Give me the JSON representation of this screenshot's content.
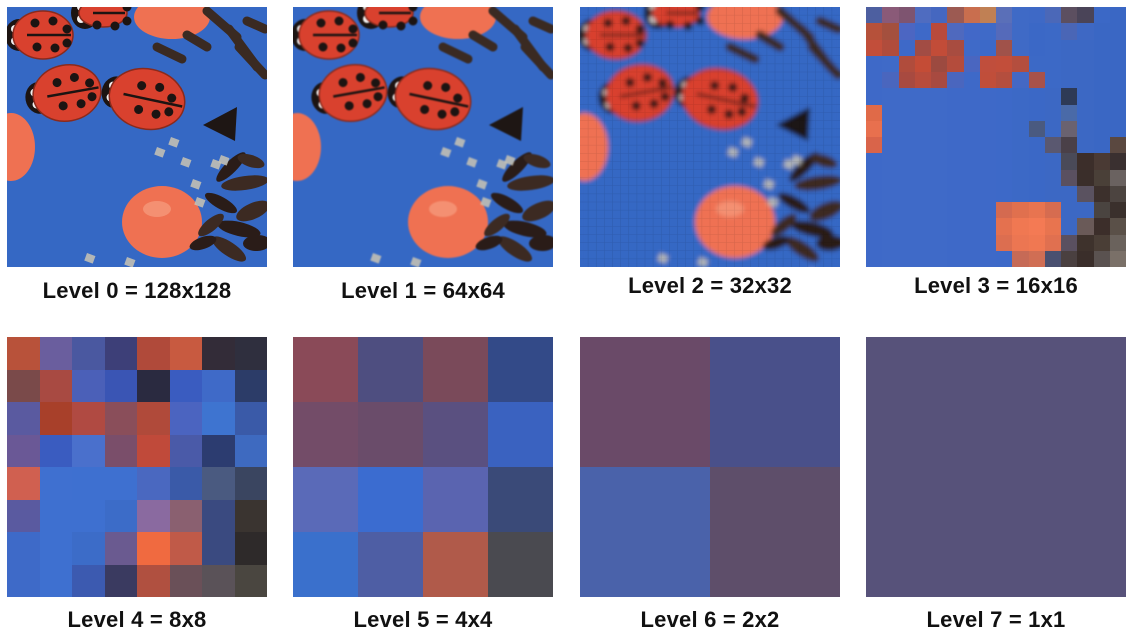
{
  "levels": [
    {
      "label": "Level 0 = 128x128",
      "resolution": 128,
      "blur": 0
    },
    {
      "label": "Level 1 = 64x64",
      "resolution": 64,
      "blur": 0.7
    },
    {
      "label": "Level 2 = 32x32",
      "resolution": 32
    },
    {
      "label": "Level 3 = 16x16",
      "resolution": 16
    },
    {
      "label": "Level 4 = 8x8",
      "resolution": 8
    },
    {
      "label": "Level 5 = 4x4",
      "resolution": 4
    },
    {
      "label": "Level 6 = 2x2",
      "resolution": 2
    },
    {
      "label": "Level 7 = 1x1",
      "resolution": 1
    }
  ],
  "colors": {
    "table_blue": "#3568c4",
    "ladybug_red": "#d9412e",
    "candy_orange": "#ef7152",
    "chocolate": "#3a2a22",
    "label_text": "#111111"
  },
  "mosaics": {
    "level3": [
      [
        "#4d5fa0",
        "#8a5a78",
        "#7e5470",
        "#4f6cc0",
        "#4567c0",
        "#9c5a52",
        "#c96e4e",
        "#c08054",
        "#5a6fb8",
        "#3f6ac6",
        "#3e69c6",
        "#4b68b8",
        "#5c4f60",
        "#4a4458",
        "#3b68c6",
        "#3a67c4"
      ],
      [
        "#b6513a",
        "#a4503e",
        "#4c66c2",
        "#3e69c8",
        "#b84a3c",
        "#4f69be",
        "#4268c8",
        "#3f6ac8",
        "#556aba",
        "#3f6ac6",
        "#3b68c6",
        "#3c69c6",
        "#4a66b6",
        "#3e68c4",
        "#3a67c4",
        "#3a67c4"
      ],
      [
        "#c24e3a",
        "#b04c3c",
        "#3e69c8",
        "#a24c44",
        "#c24c38",
        "#a84c40",
        "#3f6ac8",
        "#3c69c8",
        "#a0524a",
        "#3f6ac6",
        "#3b68c6",
        "#3c69c6",
        "#3c68c4",
        "#3c68c4",
        "#3a67c4",
        "#3a67c4"
      ],
      [
        "#3e69c8",
        "#3f6ac8",
        "#b04c3c",
        "#c44c36",
        "#9c4a40",
        "#b44c3c",
        "#4a66c0",
        "#c04e3c",
        "#c24e3a",
        "#b44e3e",
        "#3c69c6",
        "#3c69c6",
        "#3c68c4",
        "#3c68c4",
        "#3a67c4",
        "#3a67c4"
      ],
      [
        "#3e69c8",
        "#4a66be",
        "#a84a40",
        "#b84c3c",
        "#a84a40",
        "#4a66be",
        "#3e69c8",
        "#c04e3a",
        "#b44e3e",
        "#4468c4",
        "#a8524a",
        "#3c69c6",
        "#3c68c4",
        "#3c68c4",
        "#3a67c4",
        "#3a67c4"
      ],
      [
        "#3e69c8",
        "#3f6ac8",
        "#3f6ac8",
        "#3f6ac8",
        "#3f6ac8",
        "#3e69c8",
        "#3e69c8",
        "#3e69c8",
        "#3d69c8",
        "#3c69c6",
        "#3b68c6",
        "#3c68c4",
        "#2e3a56",
        "#3c68c4",
        "#3a67c4",
        "#3a67c4"
      ],
      [
        "#e06a48",
        "#3f6ac8",
        "#3f6ac8",
        "#3f6ac8",
        "#3f6ac8",
        "#3e69c8",
        "#3e69c8",
        "#3e69c8",
        "#3d69c8",
        "#3c69c6",
        "#3b68c6",
        "#3c68c4",
        "#4a6aa8",
        "#3c68c4",
        "#3a67c4",
        "#3a67c4"
      ],
      [
        "#e8704e",
        "#3f6ac8",
        "#3f6ac8",
        "#3f6ac8",
        "#3f6ac8",
        "#3e69c8",
        "#3e69c8",
        "#3e69c8",
        "#3d69c8",
        "#3c69c6",
        "#4a5a80",
        "#3c68c4",
        "#6a6270",
        "#3c68c4",
        "#3a67c4",
        "#3a67c4"
      ],
      [
        "#d9644a",
        "#3f6ac8",
        "#3f6ac8",
        "#3f6ac8",
        "#3f6ac8",
        "#3e69c8",
        "#3e69c8",
        "#3e69c8",
        "#3d69c8",
        "#3c69c6",
        "#3b68c6",
        "#5a5870",
        "#4a4048",
        "#3c68c4",
        "#3a67c4",
        "#5a4840"
      ],
      [
        "#3e69c8",
        "#3f6ac8",
        "#3f6ac8",
        "#3f6ac8",
        "#3f6ac8",
        "#3e69c8",
        "#3e69c8",
        "#3e69c8",
        "#3d69c8",
        "#3c69c6",
        "#3b68c6",
        "#3c68c4",
        "#4a4a58",
        "#3c2e2a",
        "#4a3a34",
        "#3a3030"
      ],
      [
        "#3e69c8",
        "#3f6ac8",
        "#3f6ac8",
        "#3f6ac8",
        "#3f6ac8",
        "#3e69c8",
        "#3e69c8",
        "#3e69c8",
        "#3d69c8",
        "#3c69c6",
        "#3b68c6",
        "#3c68c4",
        "#5a5060",
        "#3a2e2a",
        "#4a4038",
        "#6a6260"
      ],
      [
        "#3e69c8",
        "#3f6ac8",
        "#3f6ac8",
        "#3f6ac8",
        "#3f6ac8",
        "#3e69c8",
        "#3e69c8",
        "#3e69c8",
        "#3d69c8",
        "#3c69c6",
        "#3b68c6",
        "#3c68c4",
        "#3c68c4",
        "#5a5260",
        "#3c302c",
        "#4c4440"
      ],
      [
        "#3e69c8",
        "#3f6ac8",
        "#3f6ac8",
        "#3f6ac8",
        "#3f6ac8",
        "#3e69c8",
        "#3e69c8",
        "#3e69c8",
        "#d46a50",
        "#e0704e",
        "#e87450",
        "#d66c50",
        "#3c68c4",
        "#3c68c4",
        "#4a4440",
        "#3a302c"
      ],
      [
        "#3e69c8",
        "#3f6ac8",
        "#3f6ac8",
        "#3f6ac8",
        "#3f6ac8",
        "#3e69c8",
        "#3e69c8",
        "#3e69c8",
        "#e4714f",
        "#f07852",
        "#f47a54",
        "#e8744f",
        "#3c68c4",
        "#6a5a58",
        "#3c2e2a",
        "#5a5048"
      ],
      [
        "#3e69c8",
        "#3f6ac8",
        "#3f6ac8",
        "#3f6ac8",
        "#3f6ac8",
        "#3e69c8",
        "#3e69c8",
        "#3e69c8",
        "#dc6e50",
        "#ec7652",
        "#f07852",
        "#e07050",
        "#5a5060",
        "#3e322c",
        "#4a3e36",
        "#6a625c"
      ],
      [
        "#3e69c8",
        "#3f6ac8",
        "#3f6ac8",
        "#3f6ac8",
        "#3f6ac8",
        "#3e69c8",
        "#3e69c8",
        "#3e69c8",
        "#3d69c8",
        "#c66a56",
        "#d06e54",
        "#4a5070",
        "#4a4040",
        "#3a2e2a",
        "#5a5250",
        "#7a7068"
      ]
    ],
    "level4": [
      [
        "#b8523a",
        "#6a5e9e",
        "#4a58a0",
        "#3d3f78",
        "#b04a3a",
        "#c85a40",
        "#332c38",
        "#2f2f3e"
      ],
      [
        "#7a4a4a",
        "#a84a42",
        "#4b60b8",
        "#3a55b4",
        "#2a2a40",
        "#3a5cc0",
        "#3f6ac8",
        "#2c3c68"
      ],
      [
        "#5a5aa0",
        "#a8402a",
        "#b04a42",
        "#8a4e5a",
        "#b04a3a",
        "#4b64c0",
        "#3e74d0",
        "#3a5aa8"
      ],
      [
        "#6a5896",
        "#3a5cc0",
        "#4a70cc",
        "#7a4e6a",
        "#c04a3a",
        "#4a5aa8",
        "#2c3c70",
        "#3e6ac0"
      ],
      [
        "#d06050",
        "#3f70d0",
        "#3e70d0",
        "#3e70d0",
        "#4a68c0",
        "#3a5aa8",
        "#4a5a80",
        "#3a4560"
      ],
      [
        "#5a5aa0",
        "#3e70d0",
        "#3e70d0",
        "#3c6cc8",
        "#8a6aa0",
        "#8a6070",
        "#3a4a80",
        "#3a3430"
      ],
      [
        "#3e6ac8",
        "#3e70d0",
        "#3c6cc8",
        "#6a5a90",
        "#f06a40",
        "#c05a48",
        "#3a4a80",
        "#2e2a2a"
      ],
      [
        "#3e6ac8",
        "#3e70d0",
        "#3c5ab0",
        "#3a3a60",
        "#b05040",
        "#6a5058",
        "#5a5258",
        "#4a4640"
      ]
    ],
    "level5": [
      [
        "#8a4a58",
        "#4e4e80",
        "#7a4a5a",
        "#334a88"
      ],
      [
        "#734c68",
        "#6a4c6a",
        "#5a5080",
        "#3a62c0"
      ],
      [
        "#5a6ab8",
        "#3b6cd0",
        "#5a64b0",
        "#3a4a78"
      ],
      [
        "#3a70cc",
        "#4e5ea4",
        "#b05a4a",
        "#4a4a50"
      ]
    ],
    "level6": [
      [
        "#6a4a68",
        "#49508a"
      ],
      [
        "#4a62aa",
        "#5e4e6a"
      ]
    ],
    "level7": [
      [
        "#57527a"
      ]
    ]
  }
}
